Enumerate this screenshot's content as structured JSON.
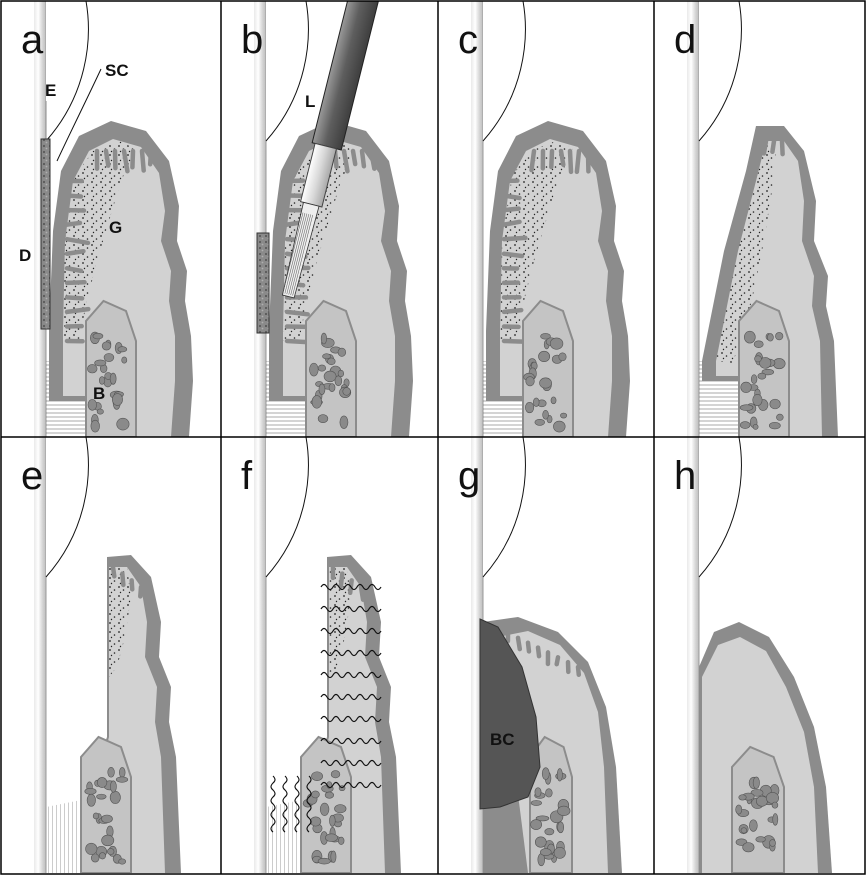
{
  "figure": {
    "panels": [
      {
        "id": "a",
        "letter": "a",
        "stage": "a",
        "labels": {
          "E": "E",
          "SC": "SC",
          "D": "D",
          "G": "G",
          "B": "B"
        }
      },
      {
        "id": "b",
        "letter": "b",
        "stage": "b",
        "labels": {
          "L": "L"
        }
      },
      {
        "id": "c",
        "letter": "c",
        "stage": "c"
      },
      {
        "id": "d",
        "letter": "d",
        "stage": "d"
      },
      {
        "id": "e",
        "letter": "e",
        "stage": "e"
      },
      {
        "id": "f",
        "letter": "f",
        "stage": "f"
      },
      {
        "id": "g",
        "letter": "g",
        "stage": "g",
        "labels": {
          "BC": "BC"
        }
      },
      {
        "id": "h",
        "letter": "h",
        "stage": "h"
      }
    ],
    "colors": {
      "background": "#ffffff",
      "border": "#000000",
      "gingiva_dark": "#8c8c8c",
      "gingiva_light": "#d2d2d2",
      "tooth_root_light": "#f4f4f4",
      "tooth_root_shade": "#cfcfcf",
      "bone_fragment": "#8a8a8a",
      "deposit": "#7a7a7a",
      "laser_dark": "#6e6e6e",
      "blood_clot": "#555555",
      "stipple": "#222222"
    }
  }
}
